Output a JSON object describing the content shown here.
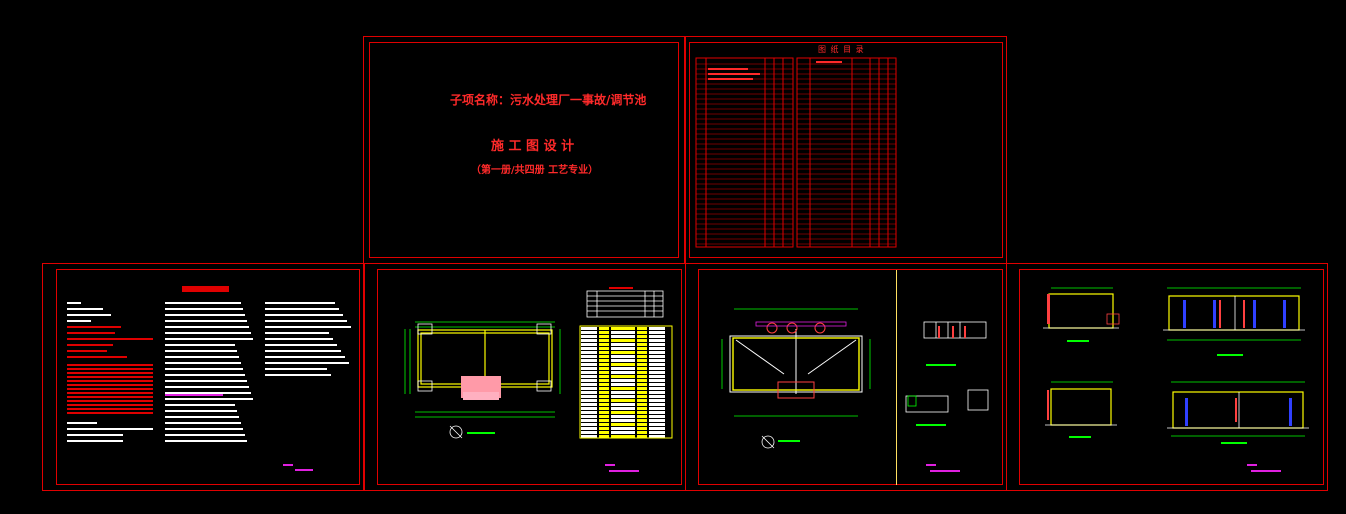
{
  "cover": {
    "project_line": "子项名称：污水处理厂一事故/调节池",
    "design_title": "施 工 图 设 计",
    "volume_line": "（第一册/共四册   工艺专业）"
  },
  "index_sheet": {
    "title": "图 纸 目 录"
  },
  "colors": {
    "background": "#000000",
    "frame": "#e00000",
    "linework": "#ffffff",
    "dimension": "#00ff00",
    "highlight": "#ffff00",
    "annotation": "#e020e0",
    "pipe": "#3040ff"
  },
  "icons": {
    "north_arrow": "compass-circle-icon"
  }
}
